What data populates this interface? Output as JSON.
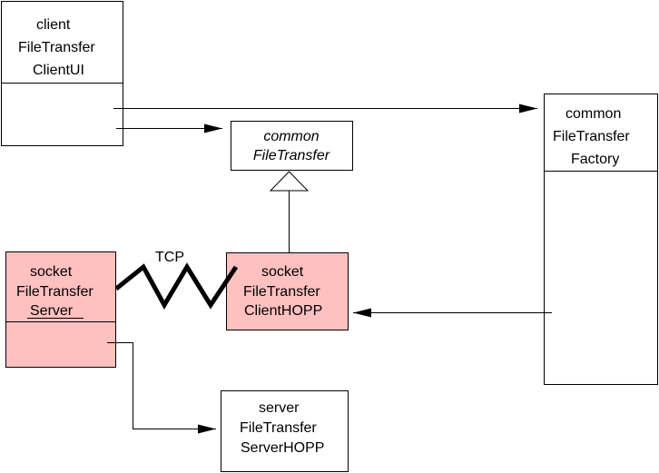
{
  "colors": {
    "stroke": "#000000",
    "box_fill": "#ffffff",
    "highlight_fill": "#ffc0c0"
  },
  "boxes": {
    "client_ui": {
      "line1": "client",
      "line2": "FileTransfer",
      "line3": "ClientUI"
    },
    "common_file_transfer": {
      "line1": "common",
      "line2": "FileTransfer"
    },
    "common_factory": {
      "line1": "common",
      "line2": "FileTransfer",
      "line3": "Factory"
    },
    "socket_server": {
      "line1": "socket",
      "line2": "FileTransfer",
      "line3": "Server"
    },
    "socket_client_hopp": {
      "line1": "socket",
      "line2": "FileTransfer",
      "line3": "ClientHOPP"
    },
    "server_hopp": {
      "line1": "server",
      "line2": "FileTransfer",
      "line3": "ServerHOPP"
    }
  },
  "connections": {
    "tcp_label": "TCP"
  }
}
